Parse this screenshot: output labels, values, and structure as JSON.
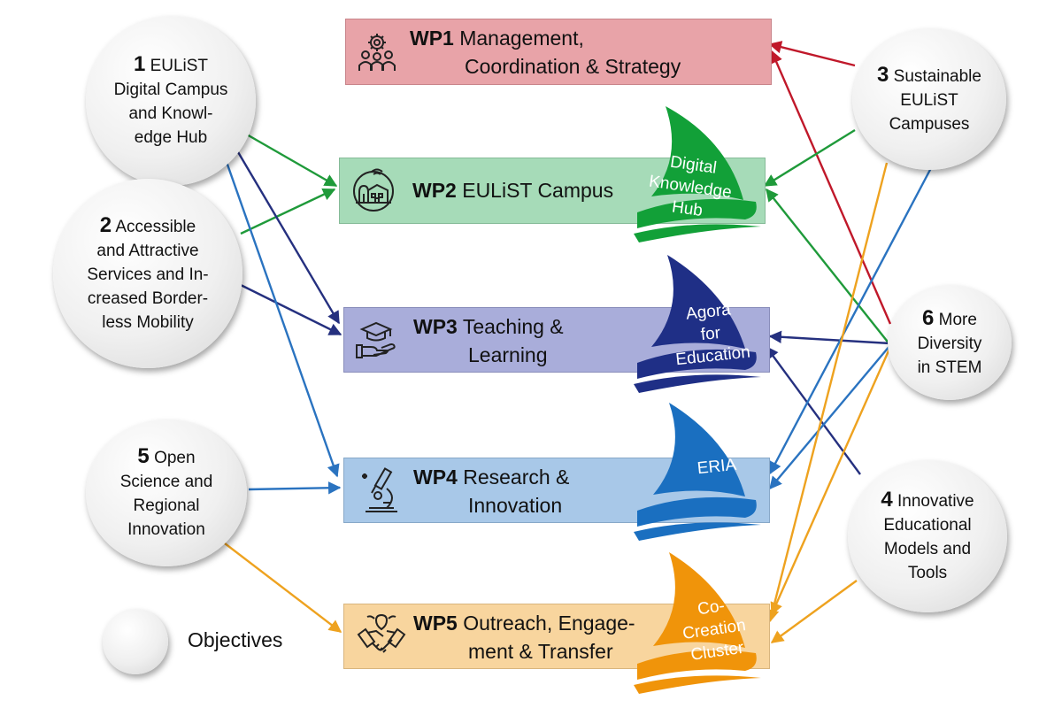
{
  "colors": {
    "wp1_bg": "#e8a3a8",
    "wp2_bg": "#a6dbb8",
    "wp3_bg": "#a9adda",
    "wp4_bg": "#a8c8e8",
    "wp5_bg": "#f8d59e",
    "red": "#c0182a",
    "green": "#1f9a3a",
    "navy": "#25307f",
    "blue": "#2a73c0",
    "orange": "#eea21f",
    "sail_green": "#12a038",
    "sail_navy": "#1f2f86",
    "sail_blue": "#1a6fc0",
    "sail_orange": "#f0940a"
  },
  "objectives": [
    {
      "id": "o1",
      "number": "1",
      "text": "EULiST\nDigital Campus\nand Knowl-\nedge Hub"
    },
    {
      "id": "o2",
      "number": "2",
      "text": "Accessible\nand Attractive\nServices and In-\ncreased Border-\nless Mobility"
    },
    {
      "id": "o5",
      "number": "5",
      "text": "Open\nScience and\nRegional\nInnovation"
    },
    {
      "id": "o3",
      "number": "3",
      "text": "Sustainable\nEULiST\nCampuses"
    },
    {
      "id": "o6",
      "number": "6",
      "text": "More\nDiversity\nin STEM"
    },
    {
      "id": "o4",
      "number": "4",
      "text": "Innovative\nEducational\nModels and\nTools"
    }
  ],
  "work_packages": [
    {
      "id": "wp1",
      "code": "WP1",
      "title_line1": "Management,",
      "title_line2": "Coordination & Strategy",
      "icon": "gear-people-icon"
    },
    {
      "id": "wp2",
      "code": "WP2",
      "title_line1": "EULiST Campus",
      "title_line2": "",
      "icon": "campus-building-icon"
    },
    {
      "id": "wp3",
      "code": "WP3",
      "title_line1": "Teaching &",
      "title_line2": "Learning",
      "icon": "graduation-hand-icon"
    },
    {
      "id": "wp4",
      "code": "WP4",
      "title_line1": "Research &",
      "title_line2": "Innovation",
      "icon": "microscope-icon"
    },
    {
      "id": "wp5",
      "code": "WP5",
      "title_line1": "Outreach, Engage-",
      "title_line2": "ment & Transfer",
      "icon": "handshake-icon"
    }
  ],
  "sails": [
    {
      "id": "s2",
      "text": "Digital\nKnowledge\nHub"
    },
    {
      "id": "s3",
      "text": "Agora\nfor\nEducation"
    },
    {
      "id": "s4",
      "text": "ERIA"
    },
    {
      "id": "s5",
      "text": "Co-\nCreation\nCluster"
    }
  ],
  "legend": {
    "label": "Objectives"
  },
  "links": [
    {
      "from": "o3",
      "to": "wp1",
      "color": "red"
    },
    {
      "from": "o6",
      "to": "wp1",
      "color": "red"
    },
    {
      "from": "o1",
      "to": "wp2",
      "color": "green"
    },
    {
      "from": "o2",
      "to": "wp2",
      "color": "green"
    },
    {
      "from": "o3",
      "to": "wp2",
      "color": "green"
    },
    {
      "from": "o6",
      "to": "wp2",
      "color": "green"
    },
    {
      "from": "o1",
      "to": "wp3",
      "color": "navy"
    },
    {
      "from": "o2",
      "to": "wp3",
      "color": "navy"
    },
    {
      "from": "o6",
      "to": "wp3",
      "color": "navy"
    },
    {
      "from": "o4",
      "to": "wp3",
      "color": "navy"
    },
    {
      "from": "o1",
      "to": "wp4",
      "color": "blue"
    },
    {
      "from": "o5",
      "to": "wp4",
      "color": "blue"
    },
    {
      "from": "o3",
      "to": "wp4",
      "color": "blue"
    },
    {
      "from": "o6",
      "to": "wp4",
      "color": "blue"
    },
    {
      "from": "o5",
      "to": "wp5",
      "color": "orange"
    },
    {
      "from": "o3",
      "to": "wp5",
      "color": "orange"
    },
    {
      "from": "o6",
      "to": "wp5",
      "color": "orange"
    },
    {
      "from": "o4",
      "to": "wp5",
      "color": "orange"
    }
  ]
}
